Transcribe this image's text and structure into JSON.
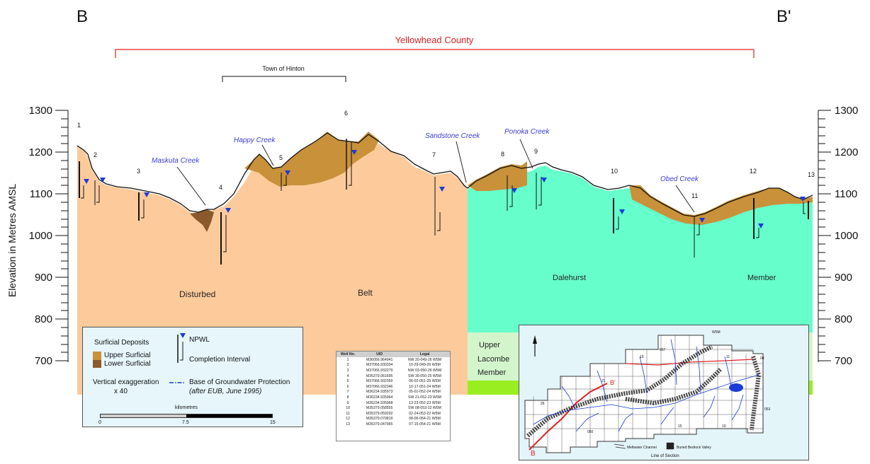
{
  "section": {
    "left_label": "B",
    "right_label": "B'"
  },
  "county": {
    "label": "Yellowhead County"
  },
  "town": {
    "label": "Town of Hinton"
  },
  "axis": {
    "title": "Elevation in Metres AMSL",
    "ticks": [
      "1300",
      "1200",
      "1100",
      "1000",
      "900",
      "800",
      "700"
    ]
  },
  "wells": [
    "1",
    "2",
    "3",
    "4",
    "5",
    "6",
    "7",
    "8",
    "9",
    "10",
    "11",
    "12",
    "13"
  ],
  "creeks": [
    "Maskuta Creek",
    "Happy Creek",
    "Sandstone Creek",
    "Ponoka Creek",
    "Obed Creek"
  ],
  "units": {
    "disturbed": "Disturbed",
    "belt": "Belt",
    "dalehurst": "Dalehurst",
    "member": "Member",
    "upper_lacombe": [
      "Upper",
      "Lacombe",
      "Member"
    ]
  },
  "colors": {
    "disturbed_belt": "#fdcb9b",
    "dalehurst_member": "#66ffcc",
    "upper_lacombe": "#d3f5cc",
    "green_base": "#99ee22",
    "upper_surficial": "#c8913a",
    "lower_surficial": "#8a5a2c",
    "water_level": "#1a3bd8",
    "county_line": "#e02020"
  },
  "legend": {
    "surficial_title": "Surficial Deposits",
    "upper": "Upper Surficial",
    "lower": "Lower Surficial",
    "npwl": "NPWL",
    "completion": "Completion Interval",
    "vexag1": "Vertical exaggeration",
    "vexag2": "x 40",
    "base1": "Base of Groundwater Protection",
    "base2": "(after EUB, June 1995)",
    "km": "kilometres",
    "km_ticks": [
      "0",
      "7.5",
      "15"
    ]
  },
  "well_table": {
    "headers": [
      "Well No.",
      "UID",
      "Legal"
    ],
    "rows": [
      [
        "1",
        "M36056.964941",
        "NW 20-049-26 W5M"
      ],
      [
        "2",
        "M37066.930334",
        "10-29-049-26 W5M"
      ],
      [
        "3",
        "M37066.932279",
        "NW 03-050-26 W5M"
      ],
      [
        "4",
        "M35379.061695",
        "SW 30-050-25 W5M"
      ],
      [
        "5",
        "M37066.932359",
        "06-02-051-25 W5M"
      ],
      [
        "6",
        "M37066.932346",
        "10-17-051-24 W5M"
      ],
      [
        "7",
        "M36234.935973",
        "05-01-052-24 W5M"
      ],
      [
        "8",
        "M36234.935964",
        "SW 21-052-23 W5M"
      ],
      [
        "9",
        "M36234.935968",
        "13-23-052-23 W5M"
      ],
      [
        "10",
        "M35379.058555",
        "SW 08-053-22 W5M"
      ],
      [
        "11",
        "M35379.059292",
        "02-24-053-22 W5M"
      ],
      [
        "12",
        "M35379.070819",
        "08-06-054-21 W5M"
      ],
      [
        "13",
        "M35379.047965",
        "07-15-054-21 W5M"
      ]
    ]
  },
  "map": {
    "meridian": "W5M",
    "legend_meltwater": "Meltwater Channel",
    "legend_bedrock": "Buried Bedrock Valley",
    "caption": "Line of Section",
    "section_start": "B",
    "section_end": "B'",
    "twp_labels": [
      "050",
      "26",
      "21",
      "19",
      "057",
      "11",
      "08",
      "053",
      "15",
      "10"
    ]
  }
}
